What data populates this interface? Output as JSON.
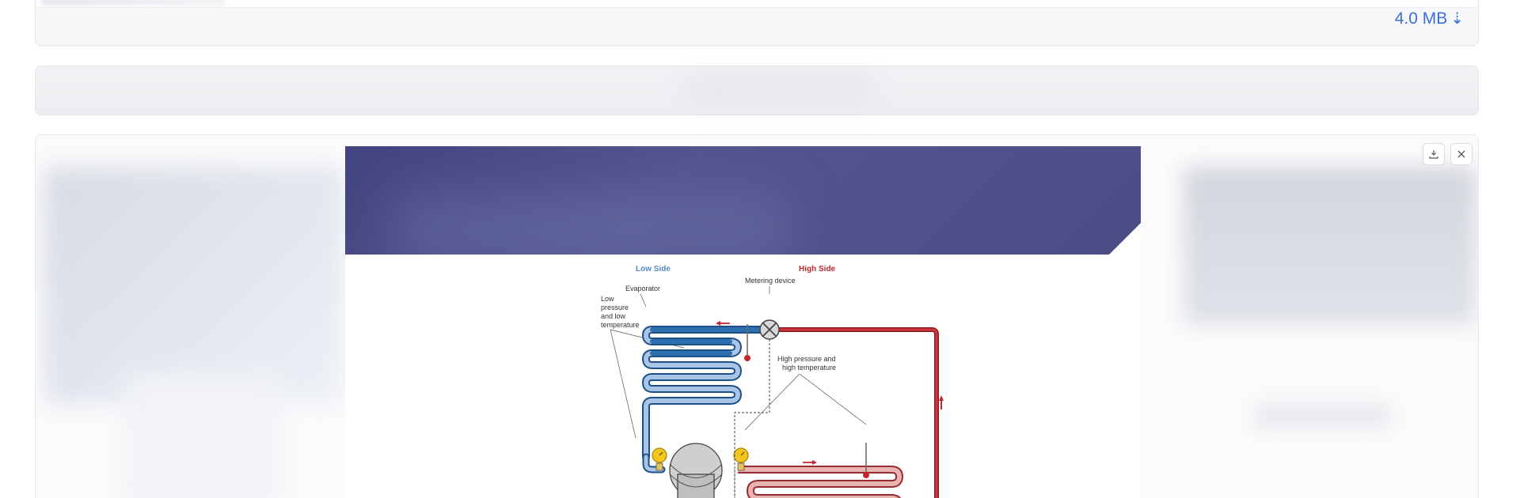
{
  "top_card": {
    "file_size": "4.0 MB"
  },
  "main_card": {
    "toolbar": {
      "download_tooltip": "download-icon",
      "close_tooltip": "close-icon"
    },
    "figure": {
      "labels": {
        "low_side": "Low Side",
        "high_side": "High Side",
        "metering_device": "Metering device",
        "evaporator": "Evaporator",
        "low_pressure": "Low\npressure\nand low\ntemperature",
        "high_pressure": "High pressure and\nhigh temperature"
      },
      "colors": {
        "low_side": "#2e6fb0",
        "high_side": "#c2272d",
        "gauge": "#f2c51f",
        "banner": "#4b4b87"
      }
    }
  }
}
